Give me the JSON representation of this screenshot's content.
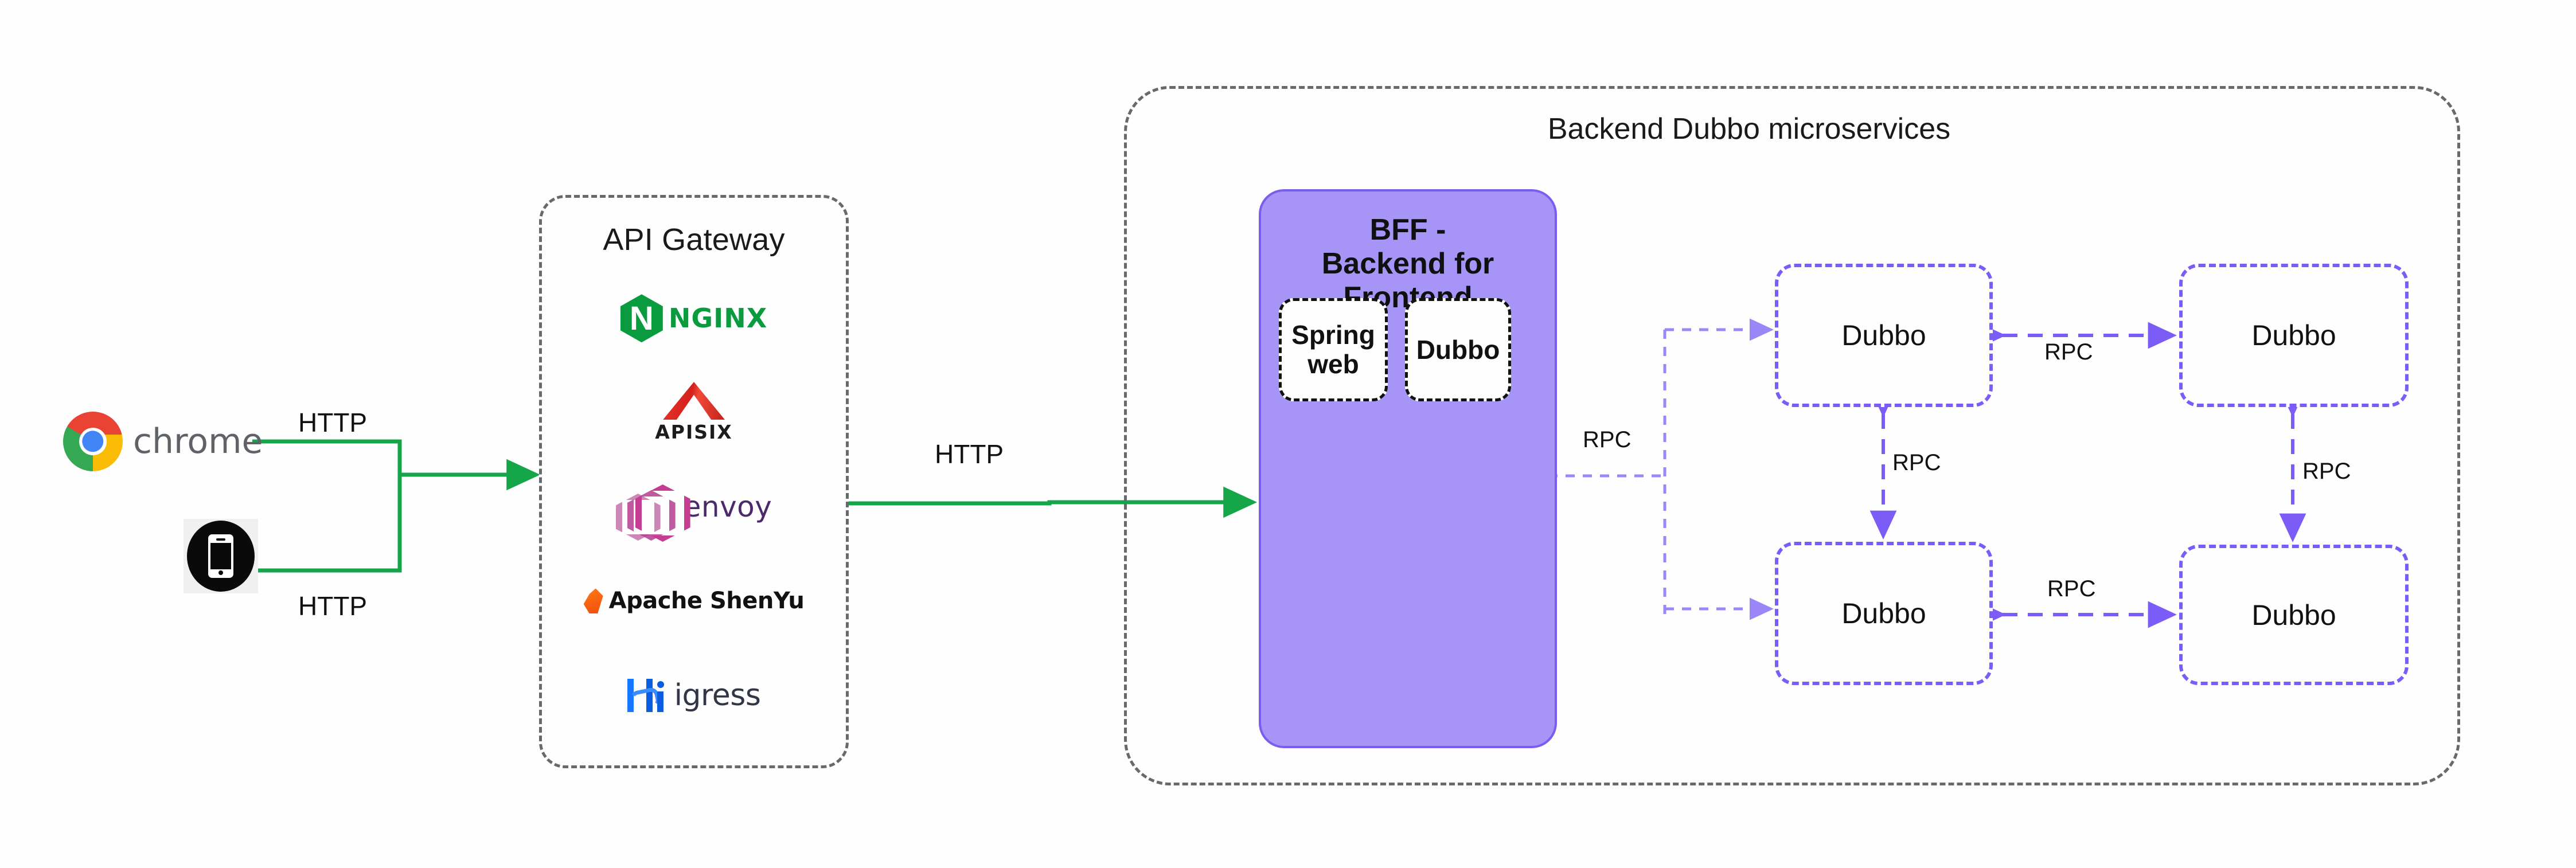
{
  "diagram": {
    "title": "Backend Dubbo microservices"
  },
  "clients": {
    "browser": {
      "name": "chrome",
      "icon": "chrome-logo-icon"
    },
    "mobile": {
      "icon": "mobile-phone-icon"
    },
    "browser_link_label": "HTTP",
    "mobile_link_label": "HTTP"
  },
  "gateway": {
    "title": "API Gateway",
    "inbound_label": "HTTP",
    "outbound_label": "HTTP",
    "products": [
      {
        "name": "NGINX",
        "icon": "nginx-logo-icon",
        "word": "NGINX",
        "color": "#0a9b3f"
      },
      {
        "name": "APISIX",
        "icon": "apisix-logo-icon",
        "word": "APISIX",
        "color": "#d4221c"
      },
      {
        "name": "envoy",
        "icon": "envoy-logo-icon",
        "word": "envoy",
        "color": "#4b2a6b"
      },
      {
        "name": "Apache ShenYu",
        "icon": "shenyu-logo-icon",
        "word": "Apache ShenYu",
        "color": "#111111"
      },
      {
        "name": "Higress",
        "icon": "higress-logo-icon",
        "word": "igress",
        "color": "#323647"
      }
    ]
  },
  "bff": {
    "title": "BFF -\nBackend for\nFrontend",
    "title_line1": "BFF -",
    "title_line2": "Backend for",
    "title_line3": "Frontend",
    "components": [
      {
        "label": "Spring\nweb",
        "line1": "Spring",
        "line2": "web"
      },
      {
        "label": "Dubbo"
      }
    ],
    "outbound_label": "RPC",
    "fill_color": "#a794f7",
    "border_color": "#7b5cf0"
  },
  "microservices": {
    "nodes": [
      {
        "id": "m1",
        "label": "Dubbo"
      },
      {
        "id": "m2",
        "label": "Dubbo"
      },
      {
        "id": "m3",
        "label": "Dubbo"
      },
      {
        "id": "m4",
        "label": "Dubbo"
      }
    ],
    "links": [
      {
        "from": "m1",
        "to": "m2",
        "label": "RPC",
        "direction": "both"
      },
      {
        "from": "m1",
        "to": "m3",
        "label": "RPC",
        "direction": "both"
      },
      {
        "from": "m2",
        "to": "m4",
        "label": "RPC",
        "direction": "both"
      },
      {
        "from": "m3",
        "to": "m4",
        "label": "RPC",
        "direction": "both"
      }
    ],
    "node_color": "#7c5cf6"
  },
  "colors": {
    "http_flow": "#15a64a",
    "rpc_flow": "#7c5cf6",
    "container_border": "#666a6e",
    "background": "#fefefe"
  }
}
